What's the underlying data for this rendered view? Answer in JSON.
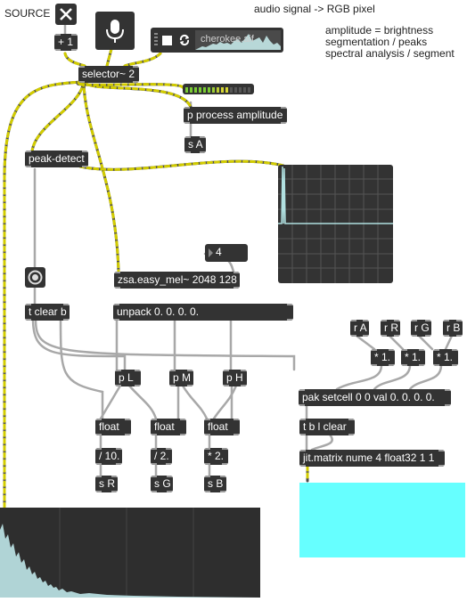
{
  "comments": {
    "source": "SOURCE",
    "title": "audio signal -> RGB pixel",
    "line1": "amplitude = brightness",
    "line2": "segmentation / peaks",
    "line3": "spectral analysis / segment"
  },
  "objects": {
    "plus1": "+ 1",
    "selector": "selector~ 2",
    "p_amp": "p process amplitude",
    "s_a": "s A",
    "peak": "peak-detect",
    "number4": "4",
    "zsa": "zsa.easy_mel~ 2048 128",
    "tclear": "t clear b",
    "unpack": "unpack 0. 0. 0. 0.",
    "pL": "p L",
    "pM": "p M",
    "pH": "p H",
    "float1": "float",
    "float2": "float",
    "float3": "float",
    "div10": "/ 10.",
    "div2": "/ 2.",
    "mul2": "* 2.",
    "sR": "s R",
    "sG": "s G",
    "sB": "s B",
    "rA": "r A",
    "rR": "r R",
    "rG": "r G",
    "rB": "r B",
    "m1a": "* 1.",
    "m1b": "* 1.",
    "m1c": "* 1.",
    "pak": "pak setcell 0 0 val 0. 0. 0. 0.",
    "tbl": "t b l clear",
    "jit": "jit.matrix nume 4 float32 1 1"
  },
  "player": {
    "file": "cherokee.aif"
  },
  "icons": {
    "close": "close-x-icon",
    "mic": "microphone-icon",
    "stop": "stop-square-icon",
    "loop": "loop-arrows-icon",
    "grip": "drag-grip-icon",
    "button": "bang-button-icon",
    "arrow": "number-arrow-icon"
  },
  "colors": {
    "matrix_output": "#66ffff",
    "object_bg": "#333333",
    "scope_line": "#b0e0e0",
    "meter_green": "#7acc33",
    "meter_yellow": "#d6d633",
    "wire_audio": "#c8c200",
    "wire_control": "#a0a0a0"
  }
}
